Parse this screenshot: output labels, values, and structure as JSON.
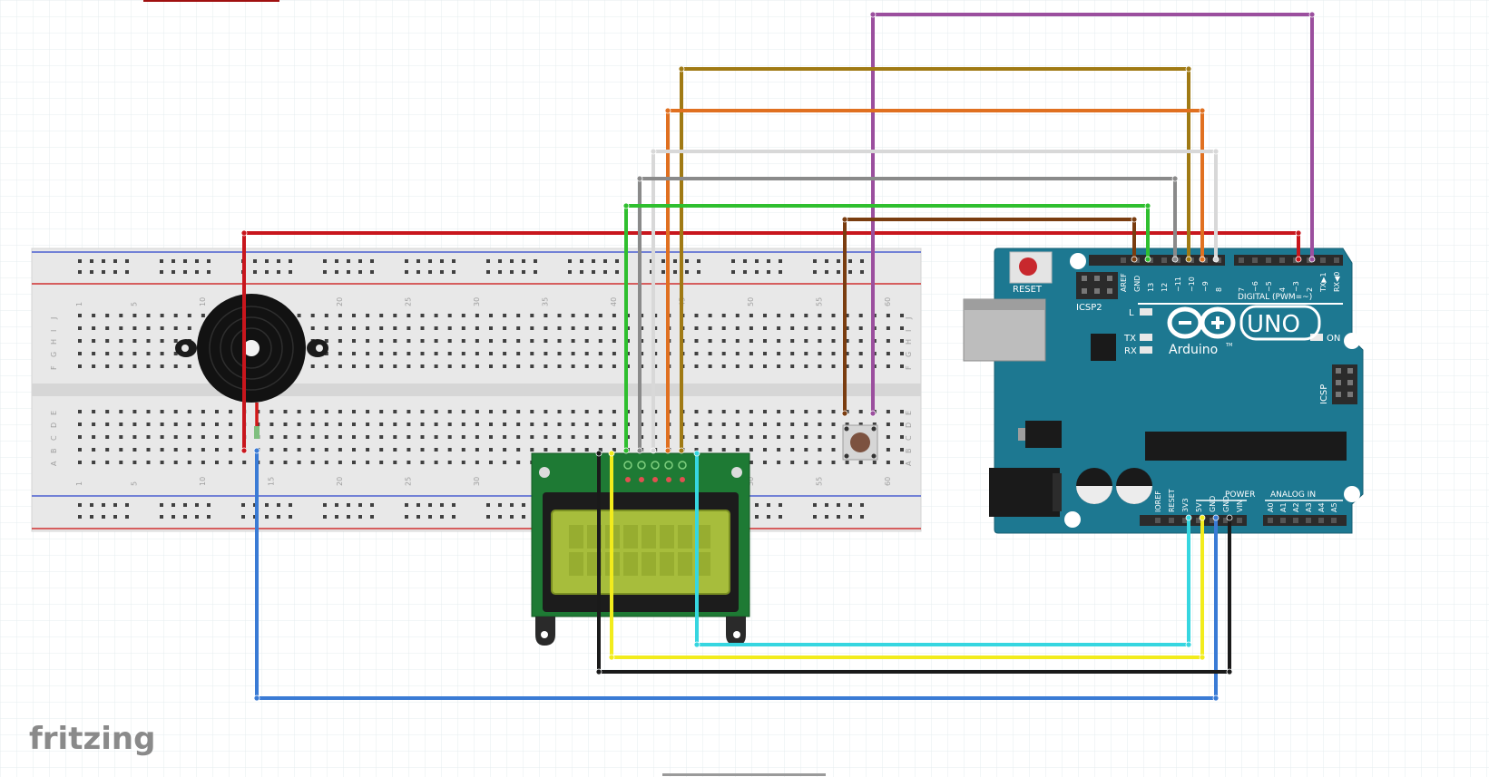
{
  "app": {
    "logo_text": "fritzing"
  },
  "breadboard": {
    "column_numbers": [
      "1",
      "5",
      "10",
      "15",
      "20",
      "25",
      "30",
      "35",
      "40",
      "45",
      "50",
      "55",
      "60"
    ],
    "row_letters_top": [
      "J",
      "I",
      "H",
      "G",
      "F"
    ],
    "row_letters_bottom": [
      "E",
      "D",
      "C",
      "B",
      "A"
    ]
  },
  "arduino": {
    "brand": "Arduino",
    "model": "UNO",
    "trademark": "TM",
    "reset_label": "RESET",
    "icsp2_label": "ICSP2",
    "icsp_label": "ICSP",
    "digital_header": "DIGITAL (PWM=~)",
    "power_header": "POWER",
    "analog_header": "ANALOG IN",
    "on_label": "ON",
    "l_label": "L",
    "tx_label": "TX",
    "rx_label": "RX",
    "digital_pins": [
      "AREF",
      "GND",
      "13",
      "12",
      "~11",
      "~10",
      "~9",
      "8",
      "7",
      "~6",
      "~5",
      "4",
      "~3",
      "2",
      "TX▶1",
      "RX◀0"
    ],
    "power_pins": [
      "IOREF",
      "RESET",
      "3V3",
      "5V",
      "GND",
      "GND",
      "VIN"
    ],
    "analog_pins": [
      "A0",
      "A1",
      "A2",
      "A3",
      "A4",
      "A5"
    ]
  },
  "wire_colors": {
    "red": "#c8161d",
    "blue": "#3a7bd5",
    "purple": "#9b4f9e",
    "gold": "#a07a14",
    "orange": "#e07020",
    "white": "#d8d8d8",
    "gray": "#8a8a8a",
    "green": "#2fbf2f",
    "brown": "#7a3d10",
    "yellow": "#f2ec1c",
    "cyan": "#36d6e0",
    "black": "#1a1a1a"
  }
}
